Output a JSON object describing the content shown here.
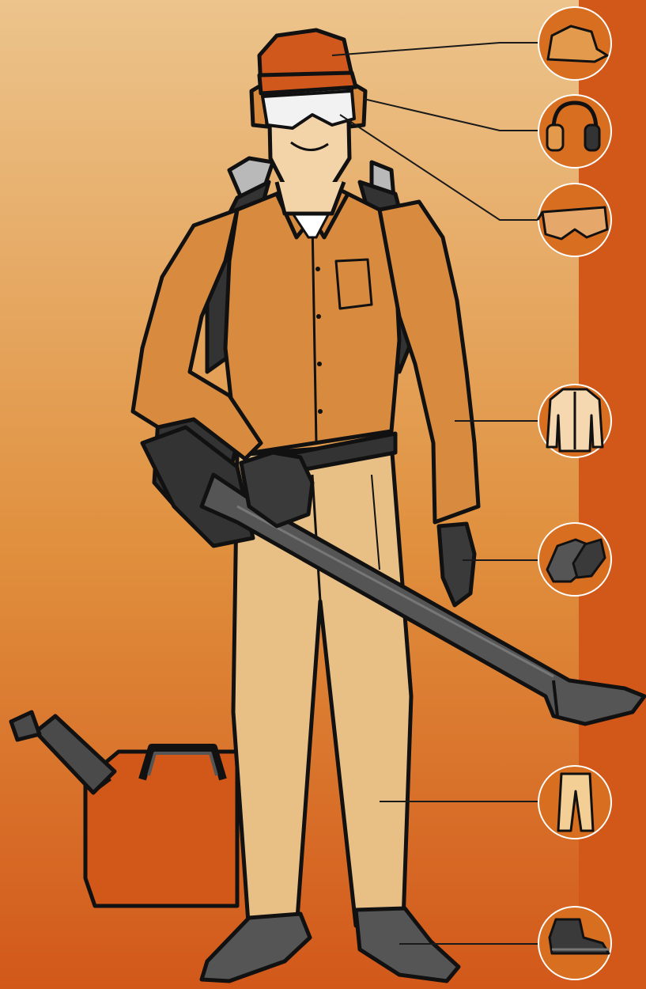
{
  "colors": {
    "background_top": "#ecc48c",
    "background_bottom": "#d2581a",
    "side_band": "#d2581a",
    "badge_fill": "#d86e1f",
    "badge_ring": "#ffffff",
    "callout_line": "#1a1a1a",
    "outline": "#111111",
    "shirt": "#d88a3e",
    "pants": "#e8bf85",
    "cap": "#d0581c",
    "gear_dark": "#3a3a3a",
    "gear_mid": "#555555",
    "skin": "#f3d3a8"
  },
  "ppe_items": [
    {
      "id": "cap",
      "icon": "cap-icon"
    },
    {
      "id": "ear-protection",
      "icon": "earmuffs-icon"
    },
    {
      "id": "eye-protection",
      "icon": "safety-glasses-icon"
    },
    {
      "id": "long-sleeve-shirt",
      "icon": "shirt-icon"
    },
    {
      "id": "gloves",
      "icon": "gloves-icon"
    },
    {
      "id": "long-pants",
      "icon": "pants-icon"
    },
    {
      "id": "boots",
      "icon": "boot-icon"
    }
  ],
  "scene": {
    "figure": "worker-with-backpack-leaf-blower",
    "props": [
      "leaf-blower",
      "fuel-can"
    ]
  }
}
